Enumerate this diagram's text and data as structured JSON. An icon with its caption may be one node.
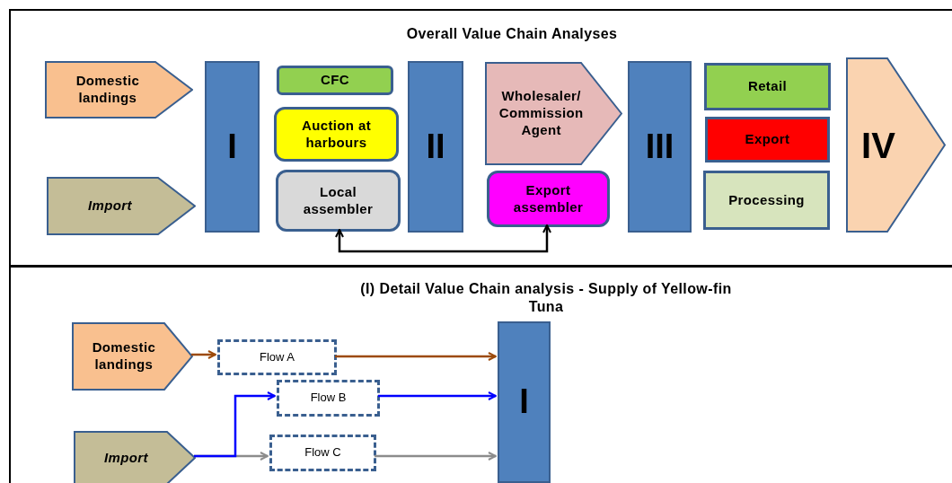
{
  "diagram": {
    "nodes": [
      {
        "text": [
          "Overall Value Chain Analyses"
        ]
      },
      {
        "text": [
          "(I) Detail Value Chain analysis - Supply of Yellow-fin Tuna"
        ]
      },
      {
        "text": [
          "Domestic landings"
        ],
        "in": 0
      },
      {
        "text": [
          "Import"
        ],
        "in": 0
      },
      {
        "text": [
          "I"
        ],
        "in": 0
      },
      {
        "text": [
          "CFC"
        ],
        "in": 0
      },
      {
        "text": [
          "Auction at harbours"
        ],
        "in": 0
      },
      {
        "text": [
          "Local assembler"
        ],
        "in": 0
      },
      {
        "text": [
          "II"
        ],
        "in": 0
      },
      {
        "text": [
          "Wholesaler/ Commission Agent"
        ],
        "in": 0
      },
      {
        "text": [
          "Export assembler"
        ],
        "in": 0
      },
      {
        "text": [
          "III"
        ],
        "in": 0
      },
      {
        "text": [
          "Retail"
        ],
        "in": 0
      },
      {
        "text": [
          "Export"
        ],
        "in": 0
      },
      {
        "text": [
          "Processing"
        ],
        "in": 0
      },
      {
        "text": [
          "IV"
        ],
        "in": 0
      },
      {
        "text": [
          "Domestic landings"
        ],
        "in": 1
      },
      {
        "text": [
          "Import"
        ],
        "in": 1
      },
      {
        "text": [
          "Flow A"
        ],
        "in": 1
      },
      {
        "text": [
          "Flow B"
        ],
        "in": 1
      },
      {
        "text": [
          "Flow C"
        ],
        "in": 1
      },
      {
        "text": [
          "I"
        ],
        "in": 1
      }
    ],
    "edges": [
      {
        "from": 10,
        "to": 7,
        "arrow": "both",
        "color": "#000000"
      },
      {
        "from": 16,
        "to": 18,
        "arrow": "to",
        "color": "#9c4a0b"
      },
      {
        "from": 18,
        "to": 21,
        "arrow": "to",
        "color": "#9c4a0b"
      },
      {
        "from": 17,
        "to": 19,
        "arrow": "to",
        "color": "#0000ff"
      },
      {
        "from": 17,
        "to": 20,
        "arrow": "to",
        "color": "#8c8c8c"
      },
      {
        "from": 19,
        "to": 21,
        "arrow": "to",
        "color": "#0000ff"
      },
      {
        "from": 20,
        "to": 21,
        "arrow": "to",
        "color": "#8c8c8c"
      }
    ]
  }
}
